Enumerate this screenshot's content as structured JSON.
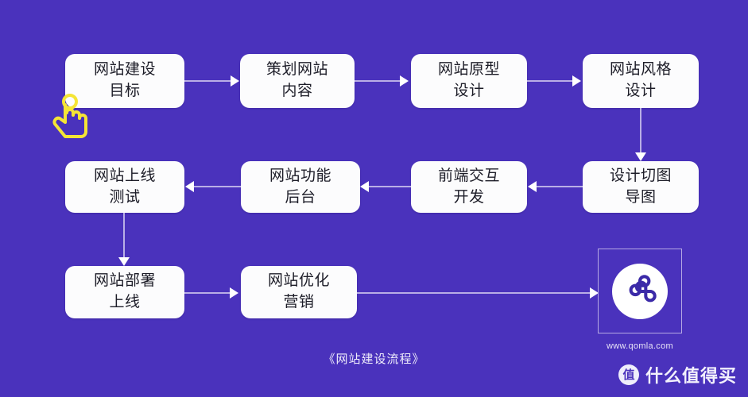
{
  "canvas": {
    "background_color": "#4a32bc",
    "node_fill": "#fcfcfd",
    "node_text_color": "#1d1d28",
    "connector_color": "#b9aee6",
    "arrowhead_color": "#ffffff",
    "accent_cursor_color": "#f5e535"
  },
  "diagram": {
    "caption": "《网站建设流程》",
    "nodes": [
      {
        "id": "goal",
        "line1": "网站建设",
        "line2": "目标"
      },
      {
        "id": "content",
        "line1": "策划网站",
        "line2": "内容"
      },
      {
        "id": "prototype",
        "line1": "网站原型",
        "line2": "设计"
      },
      {
        "id": "style",
        "line1": "网站风格",
        "line2": "设计"
      },
      {
        "id": "cutting",
        "line1": "设计切图",
        "line2": "导图"
      },
      {
        "id": "frontend",
        "line1": "前端交互",
        "line2": "开发"
      },
      {
        "id": "backend",
        "line1": "网站功能",
        "line2": "后台"
      },
      {
        "id": "testing",
        "line1": "网站上线",
        "line2": "测试"
      },
      {
        "id": "deploy",
        "line1": "网站部署",
        "line2": "上线"
      },
      {
        "id": "marketing",
        "line1": "网站优化",
        "line2": "营销"
      }
    ],
    "edges": [
      {
        "from": "goal",
        "to": "content",
        "direction": "right"
      },
      {
        "from": "content",
        "to": "prototype",
        "direction": "right"
      },
      {
        "from": "prototype",
        "to": "style",
        "direction": "right"
      },
      {
        "from": "style",
        "to": "cutting",
        "direction": "down"
      },
      {
        "from": "cutting",
        "to": "frontend",
        "direction": "left"
      },
      {
        "from": "frontend",
        "to": "backend",
        "direction": "left"
      },
      {
        "from": "backend",
        "to": "testing",
        "direction": "left"
      },
      {
        "from": "testing",
        "to": "deploy",
        "direction": "down"
      },
      {
        "from": "deploy",
        "to": "marketing",
        "direction": "right"
      },
      {
        "from": "marketing",
        "to": "brand",
        "direction": "right"
      }
    ]
  },
  "brand": {
    "url": "www.qomla.com",
    "logo_icon": "qomla-knot-logo"
  },
  "cursor": {
    "icon": "tap-hand-cursor"
  },
  "watermark": {
    "badge_char": "值",
    "text": "什么值得买"
  }
}
